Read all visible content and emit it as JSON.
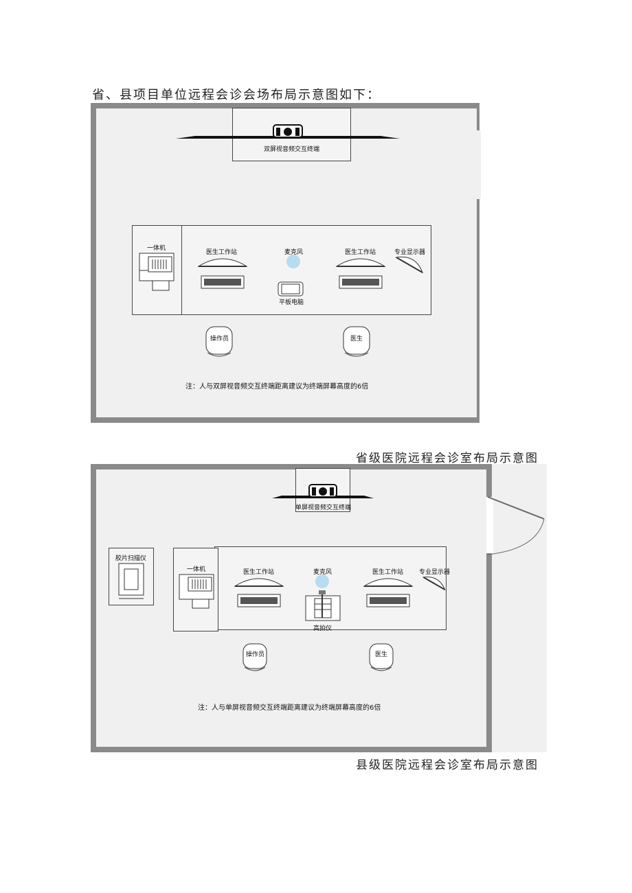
{
  "intro_text": "省、县项目单位远程会诊会场布局示意图如下：",
  "diagram1": {
    "caption": "省级医院远程会诊室布局示意图",
    "terminal": "双屏视音频交互终端",
    "all_in_one": "一体机",
    "workstation_left": "医生工作站",
    "workstation_right": "医生工作站",
    "microphone": "麦克风",
    "tablet": "平板电脑",
    "pro_display": "专业显示器",
    "operator": "操作员",
    "doctor": "医生",
    "note": "注：人与双屏视音频交互终端距离建议为终端屏幕高度的6倍"
  },
  "diagram2": {
    "caption": "县级医院远程会诊室布局示意图",
    "terminal": "单屏视音频交互终端",
    "film_scanner": "胶片扫描仪",
    "all_in_one": "一体机",
    "workstation_left": "医生工作站",
    "workstation_right": "医生工作站",
    "microphone": "麦克风",
    "document_camera": "高拍仪",
    "pro_display": "专业显示器",
    "operator": "操作员",
    "doctor": "医生",
    "note": "注：人与单屏视音频交互终端距离建议为终端屏幕高度的6倍"
  }
}
